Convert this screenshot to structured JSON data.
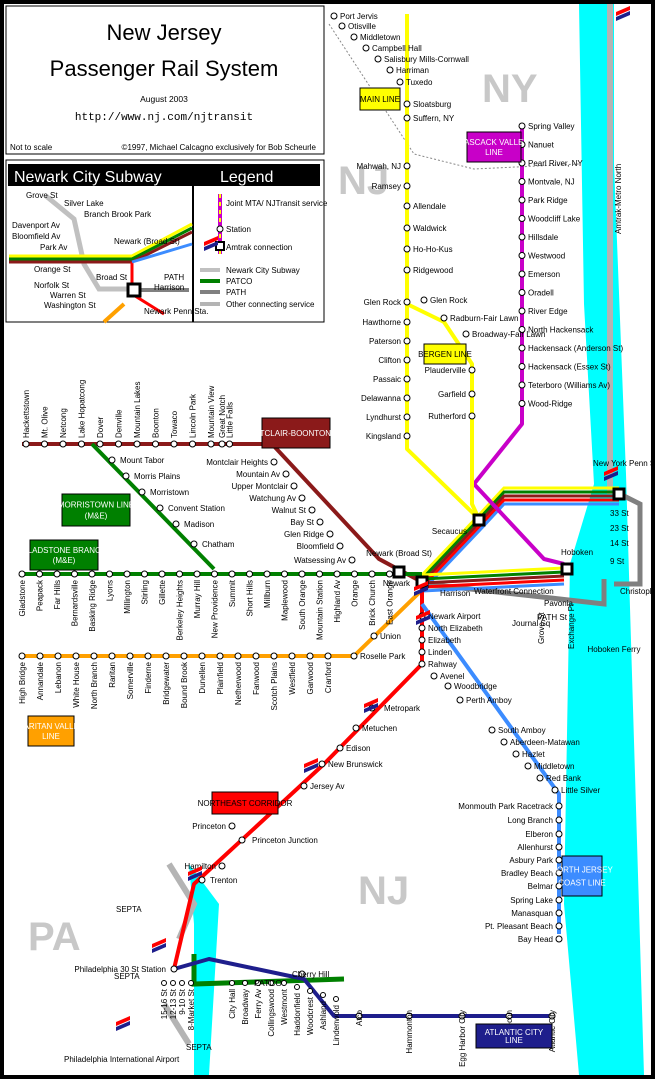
{
  "header": {
    "title_line1": "New Jersey",
    "title_line2": "Passenger Rail System",
    "date": "August 2003",
    "url": "http://www.nj.com/njtransit",
    "scale_note": "Not to scale",
    "copyright": "©1997, Michael Calcagno exclusively for Bob Scheurle"
  },
  "inset": {
    "title": "Newark City Subway",
    "stations": [
      "Grove St",
      "Silver Lake",
      "Branch Brook Park",
      "Davenport Av",
      "Bloomfield Av",
      "Park Av",
      "Newark (Broad St)",
      "Orange St",
      "Norfolk St",
      "Broad St",
      "Warren St",
      "Washington St",
      "PATH",
      "Harrison",
      "Newark Penn Sta."
    ]
  },
  "legend": {
    "title": "Legend",
    "items": [
      "Joint MTA/ NJTransit service",
      "Station",
      "Amtrak connection",
      "Newark City Subway",
      "PATCO",
      "PATH",
      "Other connecting service"
    ]
  },
  "states": [
    "NY",
    "NJ",
    "NJ",
    "PA"
  ],
  "lines": [
    {
      "name": "MAIN LINE",
      "color": "#ffff00",
      "bg": "#ffff00",
      "fg": "#000000",
      "stations": [
        "Port Jervis",
        "Otisville",
        "Middletown",
        "Campbell Hall",
        "Salisbury Mills-Cornwall",
        "Harriman",
        "Tuxedo",
        "Sloatsburg",
        "Suffern, NY",
        "Mahwah, NJ",
        "Ramsey",
        "Allendale",
        "Waldwick",
        "Ho-Ho-Kus",
        "Ridgewood",
        "Glen Rock",
        "Hawthorne",
        "Paterson",
        "Clifton",
        "Passaic",
        "Delawanna",
        "Lyndhurst",
        "Kingsland"
      ]
    },
    {
      "name": "PASCACK VALLEY LINE",
      "color": "#c800c8",
      "bg": "#c800c8",
      "fg": "#ffffff",
      "stations": [
        "Spring Valley",
        "Nanuet",
        "Pearl River, NY",
        "Montvale, NJ",
        "Park Ridge",
        "Woodcliff Lake",
        "Hillsdale",
        "Westwood",
        "Emerson",
        "Oradell",
        "River Edge",
        "North Hackensack",
        "Hackensack (Anderson St)",
        "Hackensack (Essex St)",
        "Teterboro (Williams Av)",
        "Wood-Ridge"
      ]
    },
    {
      "name": "BERGEN LINE",
      "color": "#ffff00",
      "bg": "#ffff00",
      "fg": "#000000",
      "stations": [
        "Glen Rock",
        "Radburn-Fair Lawn",
        "Broadway-Fair Lawn",
        "Plauderville",
        "Garfield",
        "Rutherford"
      ]
    },
    {
      "name": "MONTCLAIR-BOONTON LINE",
      "color": "#8b1a1a",
      "bg": "#8b1a1a",
      "fg": "#ffffff",
      "stations": [
        "Hackettstown",
        "Mt. Olive",
        "Netcong",
        "Lake Hopatcong",
        "Dover",
        "Denville",
        "Mountain Lakes",
        "Boonton",
        "Towaco",
        "Lincoln Park",
        "Mountain View",
        "Little Falls",
        "Great Notch",
        "Montclair Heights",
        "Mountain Av",
        "Upper Montclair",
        "Watchung Av",
        "Walnut St",
        "Bay St",
        "Glen Ridge",
        "Bloomfield",
        "Watsessing Av"
      ]
    },
    {
      "name": "MORRISTOWN LINE (M&E)",
      "color": "#008000",
      "bg": "#008000",
      "fg": "#ffffff",
      "stations": [
        "Mount Tabor",
        "Morris Plains",
        "Morristown",
        "Convent Station",
        "Madison",
        "Chatham"
      ]
    },
    {
      "name": "GLADSTONE BRANCH (M&E)",
      "color": "#008000",
      "bg": "#008000",
      "fg": "#ffffff",
      "stations": [
        "Gladstone",
        "Peapack",
        "Far Hills",
        "Bernardsville",
        "Basking Ridge",
        "Lyons",
        "Millington",
        "Stirling",
        "Gillette",
        "Berkeley Heights",
        "Murray Hill",
        "New Providence",
        "Summit",
        "Short Hills",
        "Millburn",
        "Maplewood",
        "South Orange",
        "Mountain Station",
        "Highland Av",
        "Orange",
        "Brick Church",
        "East Orange"
      ]
    },
    {
      "name": "RARITAN VALLEY LINE",
      "color": "#ffa000",
      "bg": "#ffa000",
      "fg": "#ffffff",
      "stations": [
        "High Bridge",
        "Annandale",
        "Lebanon",
        "White House",
        "North Branch",
        "Raritan",
        "Somerville",
        "Finderne",
        "Bridgewater",
        "Bound Brook",
        "Dunellen",
        "Plainfield",
        "Netherwood",
        "Fanwood",
        "Scotch Plains",
        "Westfield",
        "Garwood",
        "Cranford",
        "Roselle Park",
        "Union"
      ]
    },
    {
      "name": "NORTHEAST CORRIDOR",
      "color": "#ff0000",
      "bg": "#ff0000",
      "fg": "#000000",
      "stations": [
        "Newark Airport",
        "North Elizabeth",
        "Elizabeth",
        "Linden",
        "Rahway",
        "Metropark",
        "Metuchen",
        "Edison",
        "New Brunswick",
        "Jersey Av",
        "Princeton Junction",
        "Princeton",
        "Hamilton",
        "Trenton"
      ]
    },
    {
      "name": "NORTH JERSEY COAST LINE",
      "color": "#3c8cff",
      "bg": "#3c8cff",
      "fg": "#ffffff",
      "stations": [
        "Avenel",
        "Woodbridge",
        "Perth Amboy",
        "South Amboy",
        "Aberdeen-Matawan",
        "Hazlet",
        "Middletown",
        "Red Bank",
        "Little Silver",
        "Monmouth Park Racetrack",
        "Long Branch",
        "Elberon",
        "Allenhurst",
        "Asbury Park",
        "Bradley Beach",
        "Belmar",
        "Spring Lake",
        "Manasquan",
        "Pt. Pleasant Beach",
        "Bay Head"
      ]
    },
    {
      "name": "ATLANTIC CITY LINE",
      "color": "#1e1e8c",
      "bg": "#1e1e8c",
      "fg": "#ffffff",
      "stations": [
        "Philadelphia 30 St Station",
        "Cherry Hill",
        "Atco",
        "Hammonton",
        "Egg Harbor City",
        "Absecon",
        "Atlantic City"
      ]
    }
  ],
  "hubs": [
    "Secaucus",
    "Hoboken",
    "New York Penn Station",
    "Newark (Broad St)",
    "Newark",
    "Harrison",
    "Pavonia",
    "Journal Sq",
    "PATH St",
    "Grove St",
    "Exchange Pl",
    "Christopher St",
    "33 St",
    "23 St",
    "14 St",
    "9 St",
    "Waterfront Connection",
    "Hoboken Ferry",
    "Amtrak-Metro North"
  ],
  "patco": {
    "label": "PATCO",
    "stations": [
      "15-16 St",
      "12-13 St",
      "9-10 St",
      "8-Market St",
      "City Hall",
      "Broadway",
      "Ferry Av",
      "Collingswood",
      "Westmont",
      "Haddonfield",
      "Woodcrest",
      "Ashland",
      "Lindenwold"
    ]
  },
  "septa_labels": [
    "SEPTA",
    "SEPTA",
    "SEPTA"
  ],
  "airport": "Philadelphia International Airport",
  "colors": {
    "water": "#00ffff",
    "patco": "#008000",
    "path": "#808080",
    "subway": "#c0c0c0"
  }
}
